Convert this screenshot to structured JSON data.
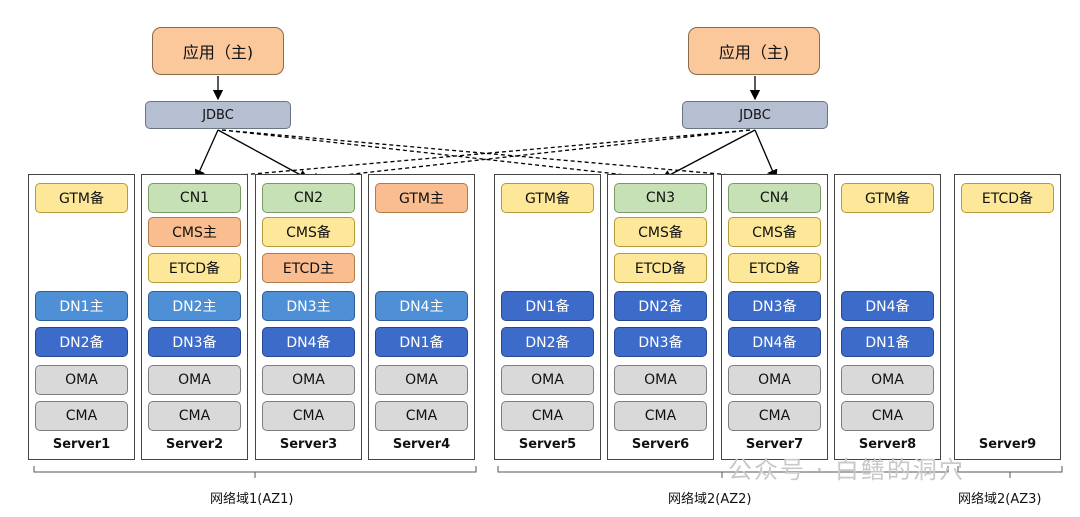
{
  "apps": [
    {
      "label": "应用（主)"
    },
    {
      "label": "应用（主)"
    }
  ],
  "jdbc": [
    {
      "label": "JDBC"
    },
    {
      "label": "JDBC"
    }
  ],
  "servers": [
    {
      "name": "Server1",
      "components": [
        {
          "label": "GTM备",
          "color": "yellow"
        },
        {
          "label": "DN1主",
          "color": "lblue"
        },
        {
          "label": "DN2备",
          "color": "dblue"
        },
        {
          "label": "OMA",
          "color": "gray"
        },
        {
          "label": "CMA",
          "color": "gray"
        }
      ]
    },
    {
      "name": "Server2",
      "components": [
        {
          "label": "CN1",
          "color": "green"
        },
        {
          "label": "CMS主",
          "color": "orange"
        },
        {
          "label": "ETCD备",
          "color": "yellow"
        },
        {
          "label": "DN2主",
          "color": "lblue"
        },
        {
          "label": "DN3备",
          "color": "dblue"
        },
        {
          "label": "OMA",
          "color": "gray"
        },
        {
          "label": "CMA",
          "color": "gray"
        }
      ]
    },
    {
      "name": "Server3",
      "components": [
        {
          "label": "CN2",
          "color": "green"
        },
        {
          "label": "CMS备",
          "color": "yellow"
        },
        {
          "label": "ETCD主",
          "color": "orange"
        },
        {
          "label": "DN3主",
          "color": "lblue"
        },
        {
          "label": "DN4备",
          "color": "dblue"
        },
        {
          "label": "OMA",
          "color": "gray"
        },
        {
          "label": "CMA",
          "color": "gray"
        }
      ]
    },
    {
      "name": "Server4",
      "components": [
        {
          "label": "GTM主",
          "color": "orange"
        },
        {
          "label": "DN4主",
          "color": "lblue"
        },
        {
          "label": "DN1备",
          "color": "dblue"
        },
        {
          "label": "OMA",
          "color": "gray"
        },
        {
          "label": "CMA",
          "color": "gray"
        }
      ]
    },
    {
      "name": "Server5",
      "components": [
        {
          "label": "GTM备",
          "color": "yellow"
        },
        {
          "label": "DN1备",
          "color": "dblue"
        },
        {
          "label": "DN2备",
          "color": "dblue"
        },
        {
          "label": "OMA",
          "color": "gray"
        },
        {
          "label": "CMA",
          "color": "gray"
        }
      ]
    },
    {
      "name": "Server6",
      "components": [
        {
          "label": "CN3",
          "color": "green"
        },
        {
          "label": "CMS备",
          "color": "yellow"
        },
        {
          "label": "ETCD备",
          "color": "yellow"
        },
        {
          "label": "DN2备",
          "color": "dblue"
        },
        {
          "label": "DN3备",
          "color": "dblue"
        },
        {
          "label": "OMA",
          "color": "gray"
        },
        {
          "label": "CMA",
          "color": "gray"
        }
      ]
    },
    {
      "name": "Server7",
      "components": [
        {
          "label": "CN4",
          "color": "green"
        },
        {
          "label": "CMS备",
          "color": "yellow"
        },
        {
          "label": "ETCD备",
          "color": "yellow"
        },
        {
          "label": "DN3备",
          "color": "dblue"
        },
        {
          "label": "DN4备",
          "color": "dblue"
        },
        {
          "label": "OMA",
          "color": "gray"
        },
        {
          "label": "CMA",
          "color": "gray"
        }
      ]
    },
    {
      "name": "Server8",
      "components": [
        {
          "label": "GTM备",
          "color": "yellow"
        },
        {
          "label": "DN4备",
          "color": "dblue"
        },
        {
          "label": "DN1备",
          "color": "dblue"
        },
        {
          "label": "OMA",
          "color": "gray"
        },
        {
          "label": "CMA",
          "color": "gray"
        }
      ]
    },
    {
      "name": "Server9",
      "components": [
        {
          "label": "ETCD备",
          "color": "yellow"
        }
      ]
    }
  ],
  "zones": [
    {
      "label": "网络域1(AZ1)"
    },
    {
      "label": "网络域2(AZ2)"
    },
    {
      "label": "网络域2(AZ3)"
    }
  ],
  "watermark": "公众号 · 白鳝的洞穴"
}
